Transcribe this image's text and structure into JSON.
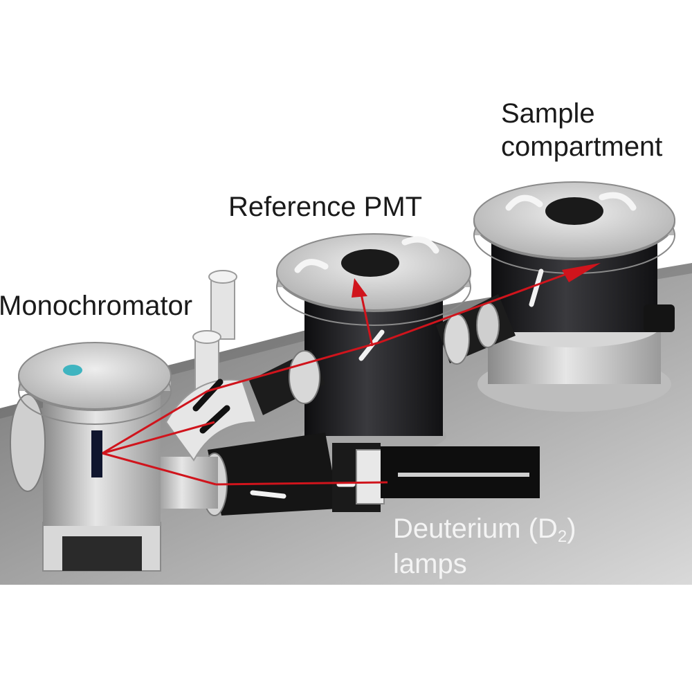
{
  "labels": {
    "sample_line1": "Sample",
    "sample_line2": "compartment",
    "reference": "Reference PMT",
    "monochromator": "Monochromator",
    "deuterium_prefix": "Deuterium (D",
    "deuterium_sub": "2",
    "deuterium_suffix": ")",
    "lamps": "lamps"
  },
  "colors": {
    "beam": "#d0141c",
    "chamber_body": "#1c1c1e",
    "flange": "#c9c9c9",
    "floor": "#9a9a9a",
    "background": "#ffffff"
  }
}
